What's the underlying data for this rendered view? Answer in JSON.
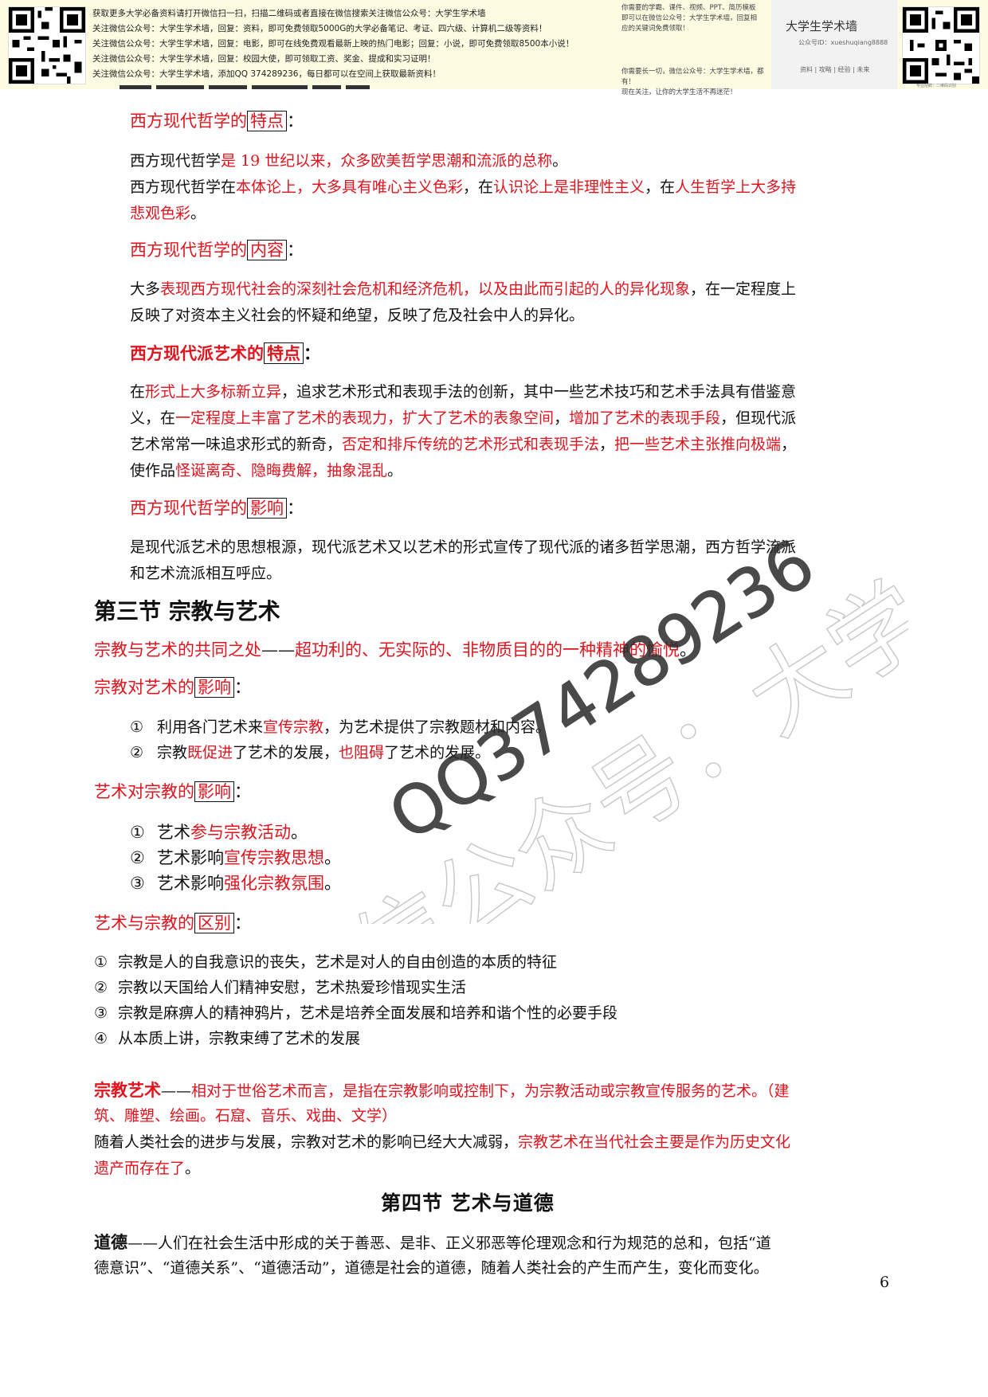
{
  "banner": {
    "lines": [
      "获取更多大学必备资料请打开微信扫一扫，扫描二维码或者直接在微信搜索关注微信公众号：大学生学术墙",
      "关注微信公众号：大学生学术墙，回复：资料，即可免费领取5000G的大学必备笔记、考证、四六级、计算机二级等资料！",
      "关注微信公众号：大学生学术墙，回复：电影，即可在线免费观看最新上映的热门电影；回复：小说，即可免费领取8500本小说！",
      "关注微信公众号：大学生学术墙，回复：校园大使，即可领取工资、奖金、提成和实习证明！",
      "关注微信公众号：大学生学术墙，添加QQ 374289236，每日都可以在空间上获取最新资料！"
    ],
    "promo_top": [
      "你需要的学霸、课件、视频、PPT、简历模板",
      "即可以在微信公众号：大学生学术墙，回复相",
      "应的关键词免费领取！"
    ],
    "promo_bottom": [
      "你需要长一切，微信公众号：大学生学术墙，都有！",
      "现在关注，让你的大学生活不再迷茫！"
    ],
    "brand_title": "大学生学术墙",
    "brand_id": "公众号ID：xueshuqiang8888",
    "brand_tags": "资料 | 攻略 | 经验 | 未来",
    "qr_caption": "专业招聘：二维码识别"
  },
  "doc": {
    "h_west_phil_features": {
      "prefix": "西方现代哲学的",
      "boxed": "特点"
    },
    "p1": {
      "a": "西方现代哲学",
      "b": "是 19 世纪以来，众多欧美哲学思潮和流派的总称",
      "c": "。"
    },
    "p2": {
      "a": "西方现代哲学在",
      "b": "本体论上，大多具有唯心主义色彩",
      "c": "，在",
      "d": "认识论上是非理性主义",
      "e": "，在",
      "f": "人生哲学上大多持",
      "g": "悲观色彩",
      "h": "。"
    },
    "h_west_phil_content": {
      "prefix": "西方现代哲学的",
      "boxed": "内容"
    },
    "p3": {
      "a": "大多",
      "b": "表现西方现代社会的深刻社会危机和经济危机，以及由此而引起的人的异化现象",
      "c": "，在一定程度上",
      "d": "反映了对资本主义社会的怀疑和绝望，反映了危及社会中人的异化。"
    },
    "h_modern_art_features": {
      "prefix": "西方现代派艺术的",
      "boxed": "特点"
    },
    "p4": {
      "l1a": "在",
      "l1b": "形式上大多标新立异",
      "l1c": "，追求艺术形式和表现手法的创新，其中一些艺术技巧和艺术手法具有借鉴意",
      "l2a": "义，在",
      "l2b": "一定程度上丰富了艺术的表现力",
      "l2c": "，",
      "l2d": "扩大了艺术的表象空间",
      "l2e": "，",
      "l2f": "增加了艺术的表现手段",
      "l2g": "，但现代派",
      "l3a": "艺术常常一味追求形式的新奇，",
      "l3b": "否定和排斥传统的艺术形式和表现手法",
      "l3c": "，",
      "l3d": "把一些艺术主张推向极端",
      "l3e": "，",
      "l4a": "使作品",
      "l4b": "怪诞离奇、隐晦费解，抽象混乱",
      "l4c": "。"
    },
    "h_west_phil_influence": {
      "prefix": "西方现代哲学的",
      "boxed": "影响"
    },
    "p5": {
      "l1": "是现代派艺术的思想根源，现代派艺术又以艺术的形式宣传了现代派的诸多哲学思潮，西方哲学流派",
      "l2": "和艺术流派相互呼应。"
    },
    "section3_title": "第三节  宗教与艺术",
    "common": {
      "a": "宗教与艺术的共同之处",
      "b": "——",
      "c": "超功利的、无实际的、非物质目的的一种精神的愉悦",
      "d": "。"
    },
    "h_rel_on_art": {
      "prefix": "宗教对艺术的",
      "boxed": "影响"
    },
    "rel_on_art": [
      {
        "num": "①",
        "a": "利用各门艺术来",
        "b": "宣传宗教",
        "c": "，为艺术提供了宗教题材和内容。"
      },
      {
        "num": "②",
        "a": "宗教",
        "b": "既促进",
        "c": "了艺术的发展，",
        "d": "也阻碍",
        "e": "了艺术的发展。"
      }
    ],
    "h_art_on_rel": {
      "prefix": "艺术对宗教的",
      "boxed": "影响"
    },
    "art_on_rel": [
      {
        "num": "①",
        "a": "艺术",
        "b": "参与宗教活动",
        "c": "。"
      },
      {
        "num": "②",
        "a": "艺术影响",
        "b": "宣传宗教思想",
        "c": "。"
      },
      {
        "num": "③",
        "a": "艺术影响",
        "b": "强化宗教氛围",
        "c": "。"
      }
    ],
    "h_diff": {
      "prefix": "艺术与宗教的",
      "boxed": "区别"
    },
    "diff": [
      {
        "num": "①",
        "text": "宗教是人的自我意识的丧失，艺术是对人的自由创造的本质的特征"
      },
      {
        "num": "②",
        "text": "宗教以天国给人们精神安慰，艺术热爱珍惜现实生活"
      },
      {
        "num": "③",
        "text": "宗教是麻痹人的精神鸦片，艺术是培养全面发展和培养和谐个性的必要手段"
      },
      {
        "num": "④",
        "text": "从本质上讲，宗教束缚了艺术的发展"
      }
    ],
    "religious_art": {
      "term": "宗教艺术",
      "dash": "——",
      "def1": "相对于世俗艺术而言，是指在宗教影响或控制下，为宗教活动或宗教宣传服务的艺术。（建",
      "def2": "筑、雕塑、绘画。石窟、音乐、戏曲、文学）",
      "l3a": "随着人类社会的进步与发展，宗教对艺术的影响已经大大减弱，",
      "l3b": "宗教艺术在当代社会主要是作为历史文化",
      "l4": "遗产而存在了",
      "l4c": "。"
    },
    "section4_title": "第四节  艺术与道德",
    "morality": {
      "term": "道德",
      "l1": "——人们在社会生活中形成的关于善恶、是非、正义邪恶等伦理观念和行为规范的总和，包括“道",
      "l2": "德意识”、“道德关系”、“道德活动”，道德是社会的道德，随着人类社会的产生而产生，变化而变化。"
    },
    "page_number": "6"
  },
  "watermark": {
    "text_large": "微信公众号：大学生学术墙",
    "text_qq": "QQ374289236"
  }
}
